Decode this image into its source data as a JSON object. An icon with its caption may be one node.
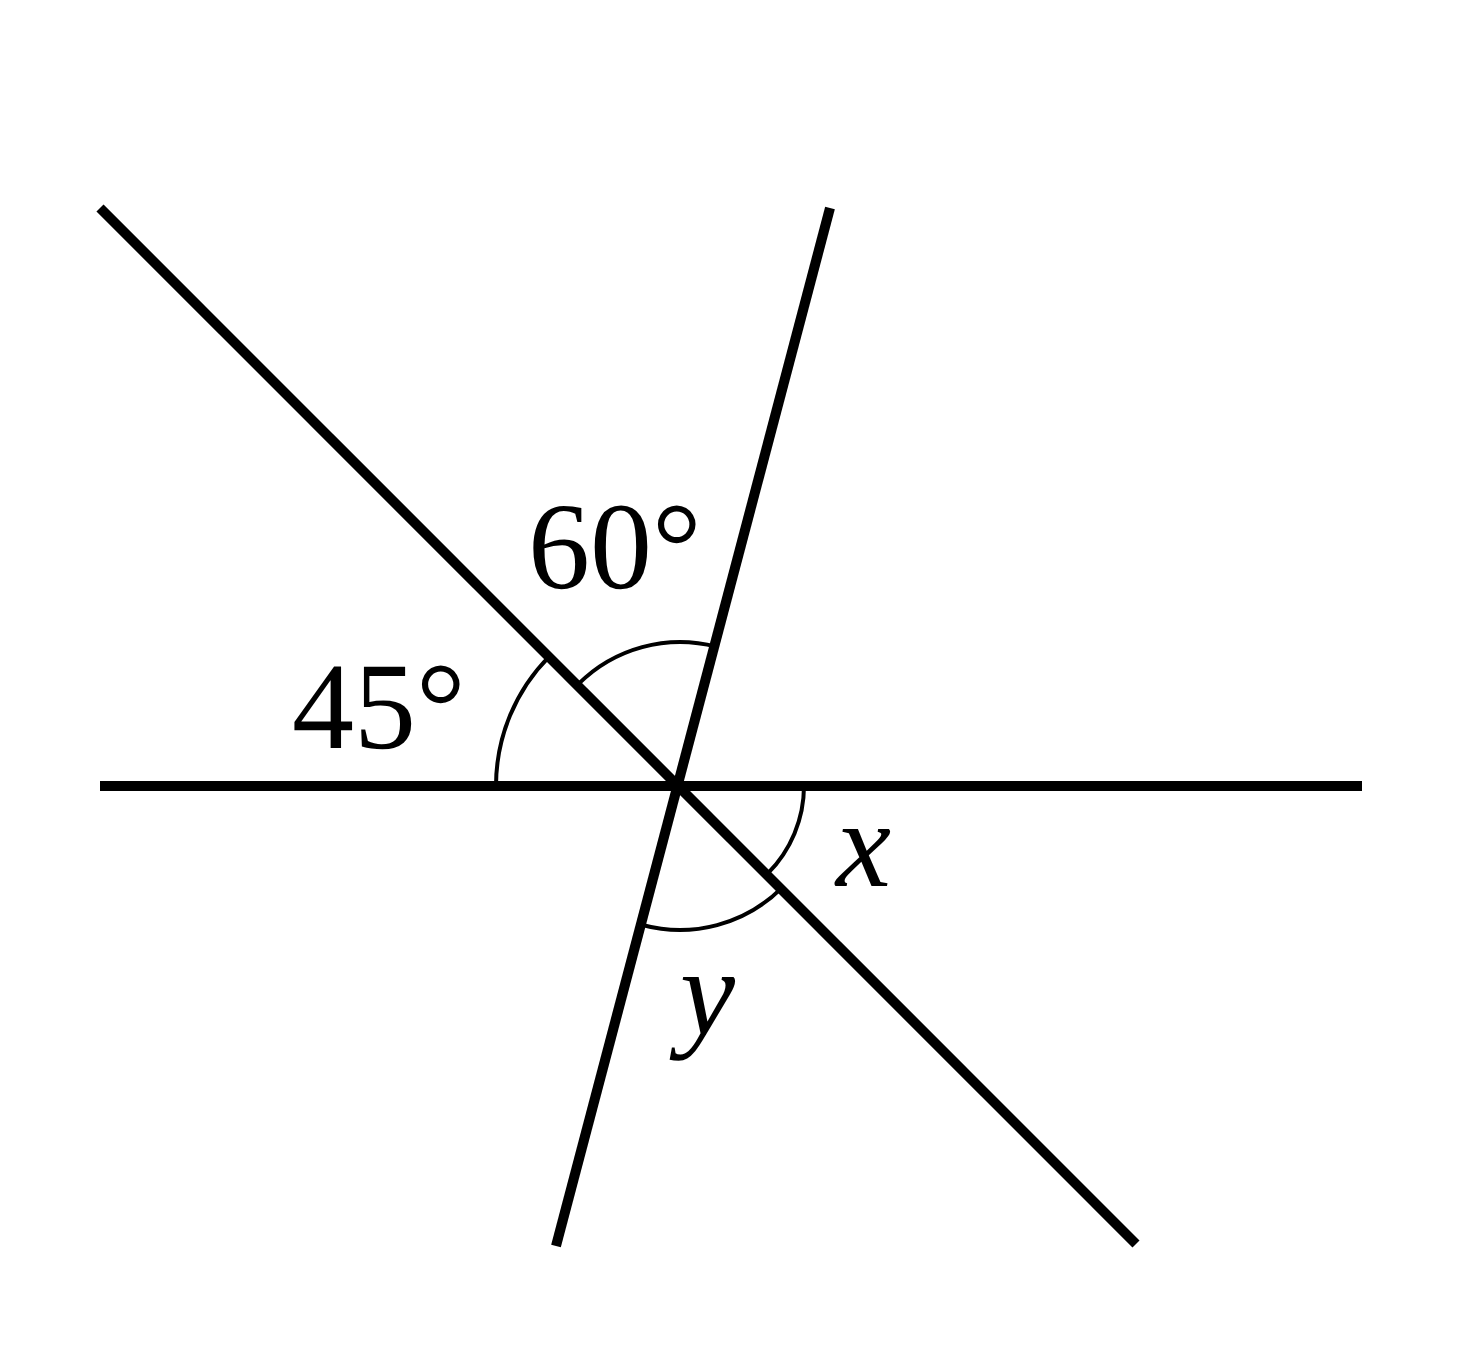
{
  "diagram": {
    "labels": [
      "60°",
      "45°",
      "x",
      "y"
    ]
  }
}
